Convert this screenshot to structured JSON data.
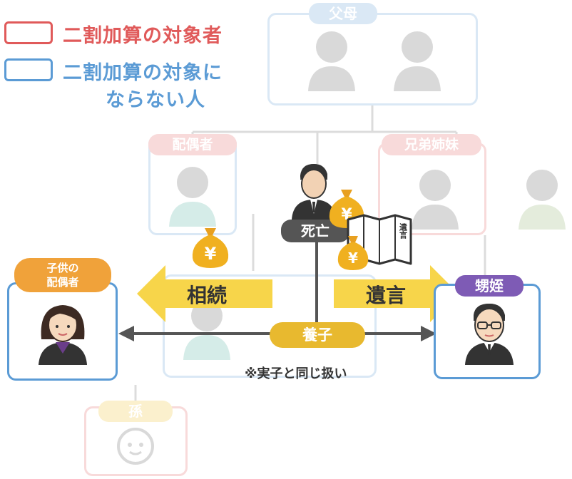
{
  "legend": {
    "target_label": "二割加算の対象者",
    "non_target_line1": "二割加算の対象に",
    "non_target_line2": "ならない人"
  },
  "people": {
    "parents": "父母",
    "spouse": "配偶者",
    "siblings": "兄弟姉妹",
    "child_spouse_line1": "子供の",
    "child_spouse_line2": "配偶者",
    "nephew_niece": "甥姪",
    "grandchild": "孫",
    "deceased": "死亡",
    "adopted": "養子"
  },
  "arrows": {
    "inheritance": "相続",
    "bequest": "遺言"
  },
  "will_document": "遺言",
  "yen_symbol": "¥",
  "note": "※実子と同じ扱い",
  "colors": {
    "target_red": "#e05a5a",
    "non_target_blue": "#5b9bd5",
    "arrow_yellow": "#f7d54a",
    "pill_gold": "#e8b92f",
    "nephew_purple": "#7e5bb5",
    "dark_gray": "#555555",
    "child_spouse_orange": "#f0a23a"
  }
}
